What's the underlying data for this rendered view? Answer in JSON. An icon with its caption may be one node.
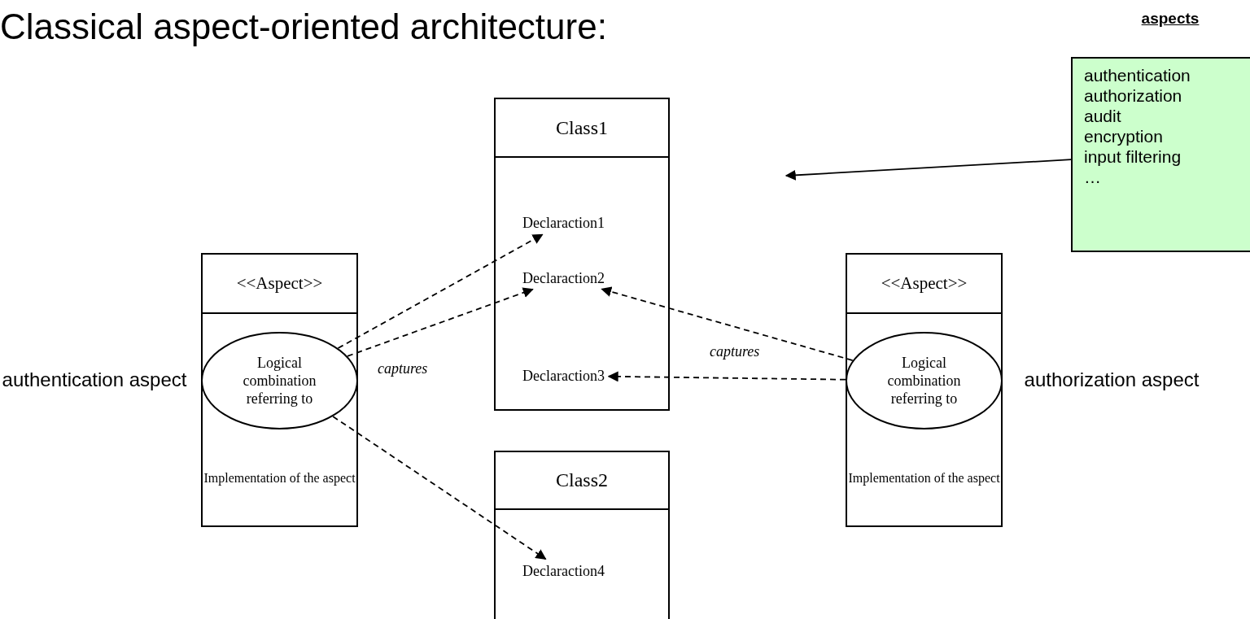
{
  "diagram": {
    "title": "Classical aspect-oriented architecture:",
    "nodes": [
      {
        "text": [
          "Class1"
        ]
      },
      {
        "text": [
          "Declaraction1"
        ],
        "in": 0
      },
      {
        "text": [
          "Declaraction2"
        ],
        "in": 0
      },
      {
        "text": [
          "Declaraction3"
        ],
        "in": 0
      },
      {
        "text": [
          "Class2"
        ]
      },
      {
        "text": [
          "Declaraction4"
        ],
        "in": 4
      },
      {
        "text": [
          "<<Aspect>>",
          "Implementation of the aspect"
        ],
        "beside": [
          "authentication aspect"
        ]
      },
      {
        "text": [
          "Logical combination referring to"
        ],
        "in": 6
      },
      {
        "text": [
          "<<Aspect>>",
          "Implementation of the aspect"
        ],
        "beside": [
          "authorization aspect"
        ]
      },
      {
        "text": [
          "Logical combination referring to"
        ],
        "in": 8
      },
      {
        "text": [
          "aspects",
          "authentication",
          "authorization",
          "audit",
          "encryption",
          "input filtering",
          "…"
        ]
      }
    ],
    "edges": [
      {
        "from": 7,
        "to": 1,
        "arrow": "to",
        "style": "dashed"
      },
      {
        "from": 7,
        "to": 2,
        "arrow": "to",
        "style": "dashed",
        "label": "captures"
      },
      {
        "from": 7,
        "to": 5,
        "arrow": "to",
        "style": "dashed"
      },
      {
        "from": 9,
        "to": 2,
        "arrow": "to",
        "style": "dashed"
      },
      {
        "from": 9,
        "to": 3,
        "arrow": "to",
        "style": "dashed",
        "label": "captures"
      },
      {
        "from": 10,
        "to": null,
        "arrow": "to"
      }
    ]
  }
}
